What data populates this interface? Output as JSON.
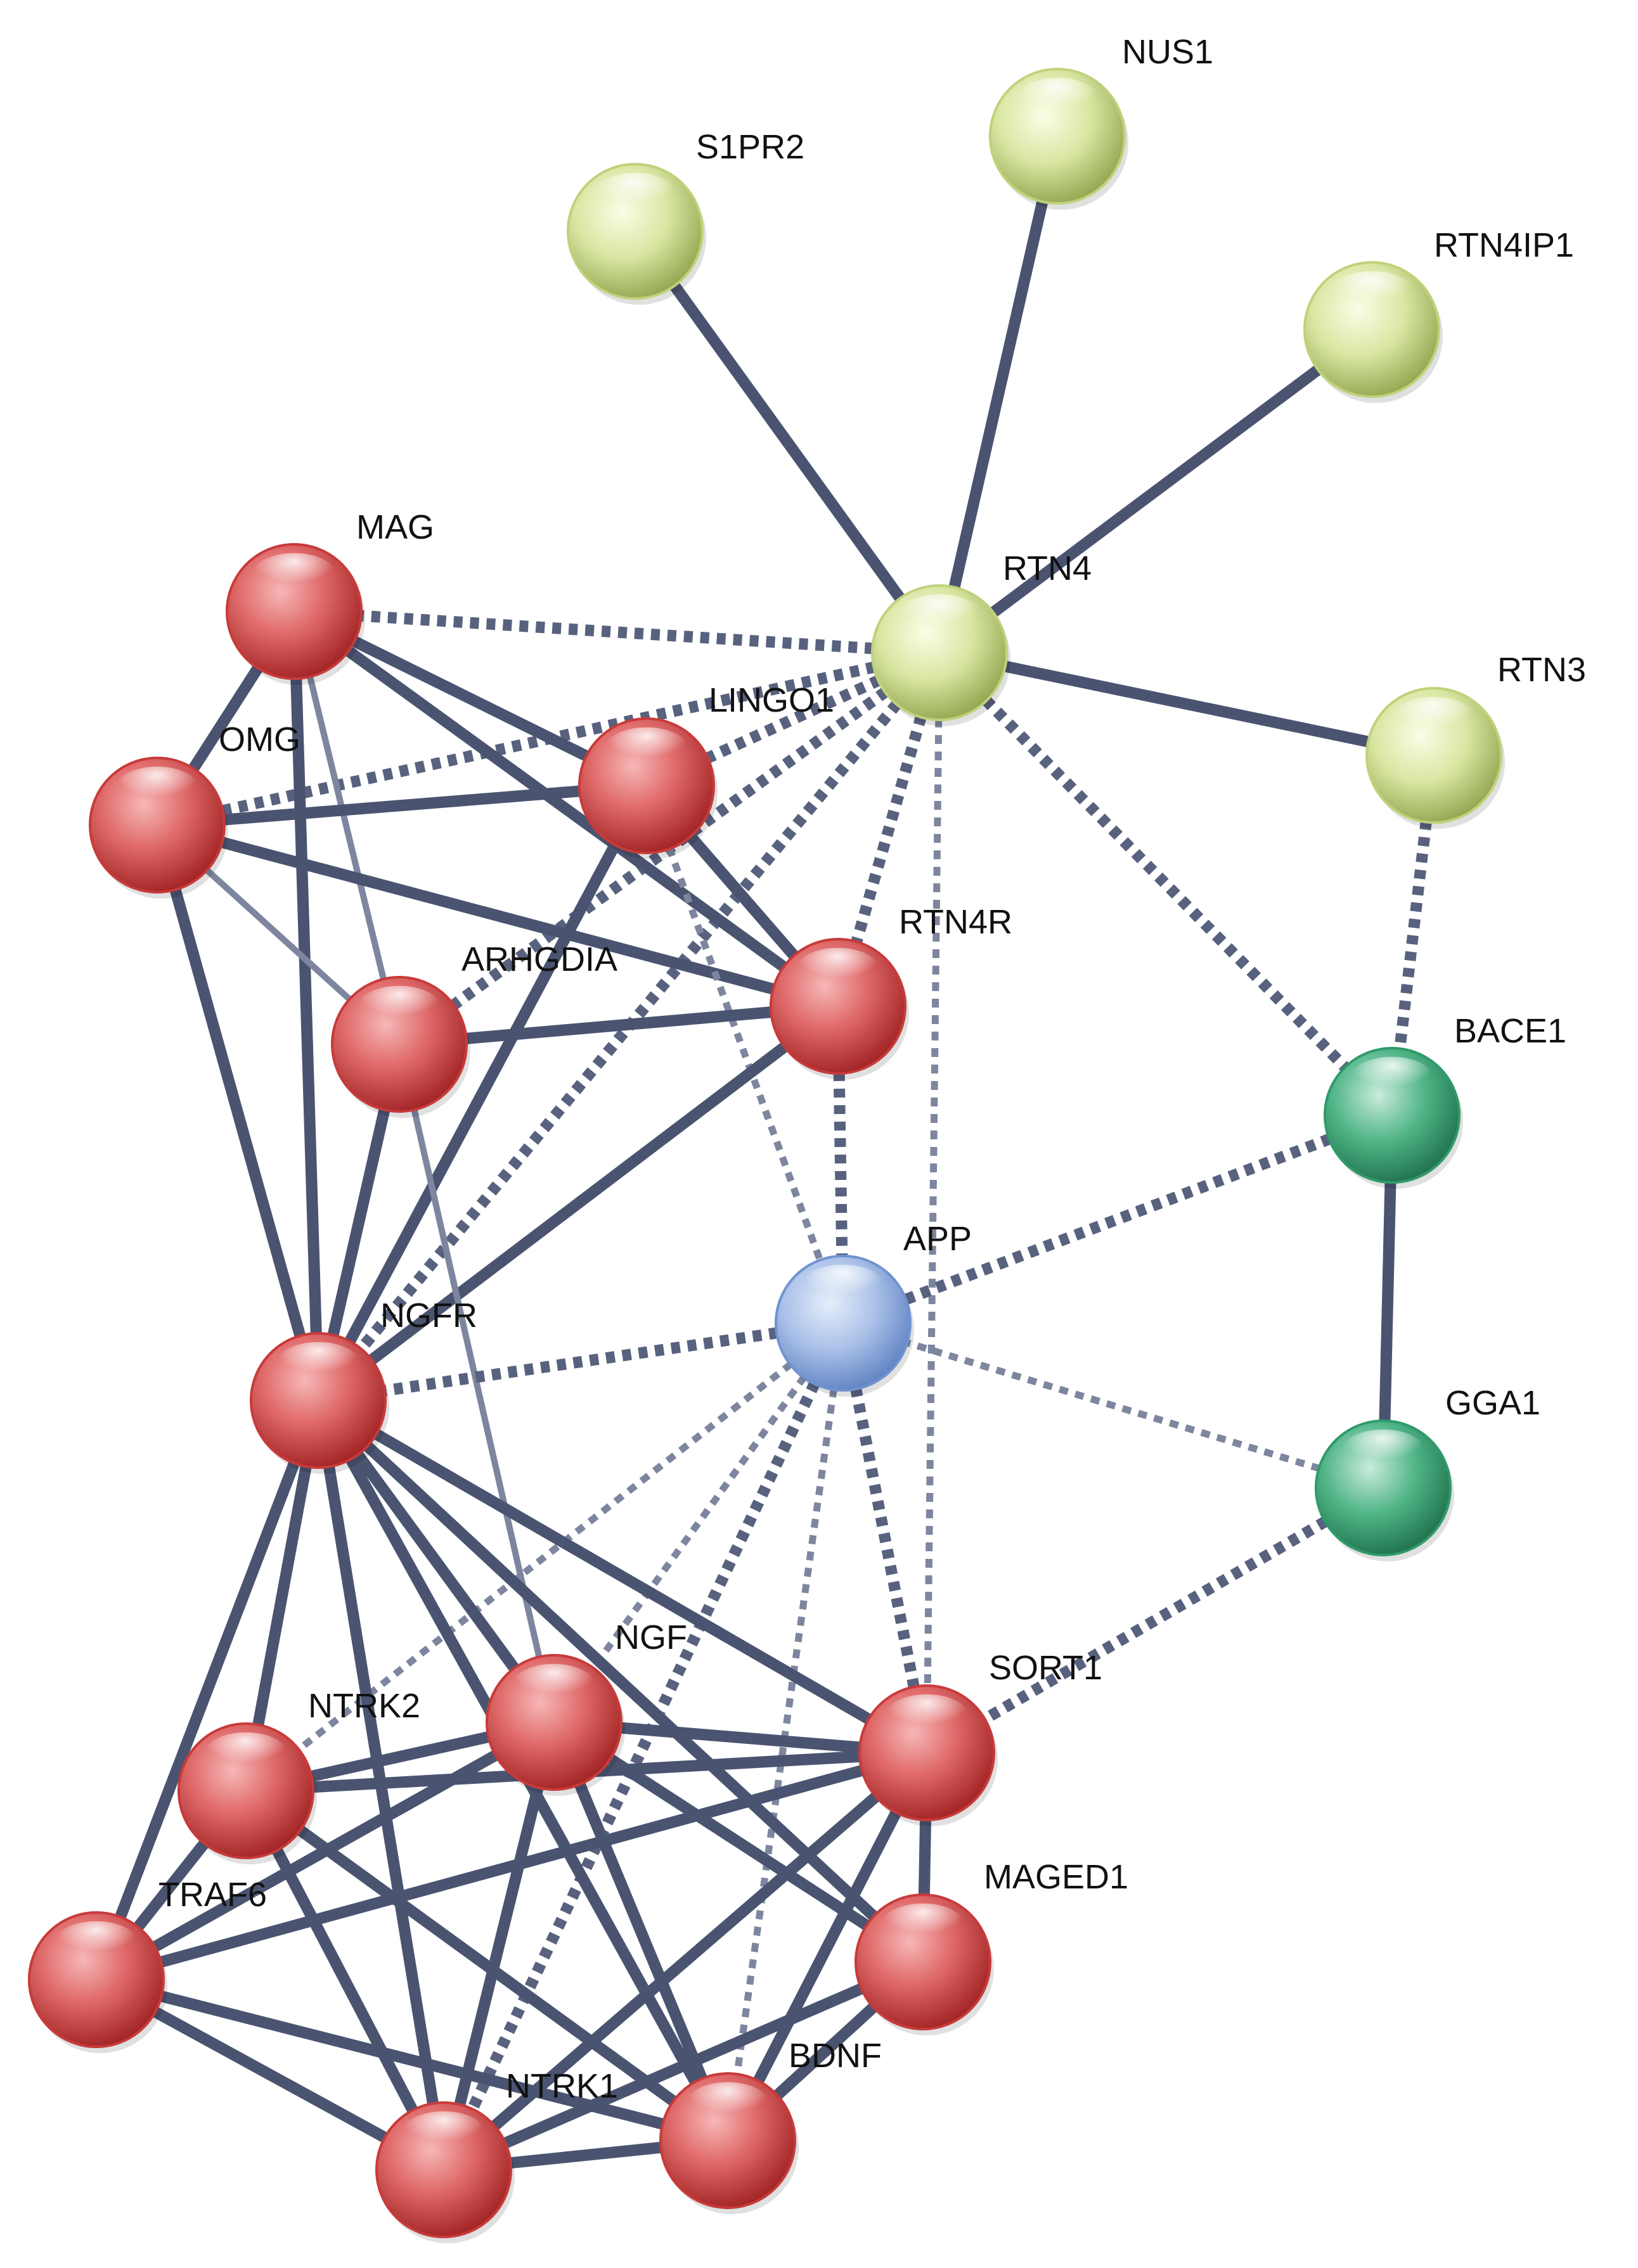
{
  "colors": {
    "cluster_red": "#c83a3a",
    "cluster_yellowgreen": "#bfd27a",
    "cluster_green": "#2f9a6a",
    "cluster_blue": "#6f93cf",
    "edge": "#4a5470"
  },
  "nodes": [
    {
      "id": "NUS1",
      "label": "NUS1",
      "cluster": "yellowgreen"
    },
    {
      "id": "S1PR2",
      "label": "S1PR2",
      "cluster": "yellowgreen"
    },
    {
      "id": "RTN4IP1",
      "label": "RTN4IP1",
      "cluster": "yellowgreen"
    },
    {
      "id": "RTN4",
      "label": "RTN4",
      "cluster": "yellowgreen"
    },
    {
      "id": "RTN3",
      "label": "RTN3",
      "cluster": "yellowgreen"
    },
    {
      "id": "MAG",
      "label": "MAG",
      "cluster": "red"
    },
    {
      "id": "OMG",
      "label": "OMG",
      "cluster": "red"
    },
    {
      "id": "LINGO1",
      "label": "LINGO1",
      "cluster": "red"
    },
    {
      "id": "RTN4R",
      "label": "RTN4R",
      "cluster": "red"
    },
    {
      "id": "ARHGDIA",
      "label": "ARHGDIA",
      "cluster": "red"
    },
    {
      "id": "BACE1",
      "label": "BACE1",
      "cluster": "green"
    },
    {
      "id": "APP",
      "label": "APP",
      "cluster": "blue"
    },
    {
      "id": "NGFR",
      "label": "NGFR",
      "cluster": "red"
    },
    {
      "id": "GGA1",
      "label": "GGA1",
      "cluster": "green"
    },
    {
      "id": "NGF",
      "label": "NGF",
      "cluster": "red"
    },
    {
      "id": "SORT1",
      "label": "SORT1",
      "cluster": "red"
    },
    {
      "id": "NTRK2",
      "label": "NTRK2",
      "cluster": "red"
    },
    {
      "id": "TRAF6",
      "label": "TRAF6",
      "cluster": "red"
    },
    {
      "id": "MAGED1",
      "label": "MAGED1",
      "cluster": "red"
    },
    {
      "id": "BDNF",
      "label": "BDNF",
      "cluster": "red"
    },
    {
      "id": "NTRK1",
      "label": "NTRK1",
      "cluster": "red"
    }
  ],
  "edges": [
    {
      "source": "RTN4",
      "target": "S1PR2",
      "style": "solid"
    },
    {
      "source": "RTN4",
      "target": "NUS1",
      "style": "solid"
    },
    {
      "source": "RTN4",
      "target": "RTN4IP1",
      "style": "solid"
    },
    {
      "source": "RTN4",
      "target": "RTN3",
      "style": "solid"
    },
    {
      "source": "RTN4",
      "target": "MAG",
      "style": "dashed"
    },
    {
      "source": "RTN4",
      "target": "OMG",
      "style": "dashed"
    },
    {
      "source": "RTN4",
      "target": "LINGO1",
      "style": "dashed"
    },
    {
      "source": "RTN4",
      "target": "RTN4R",
      "style": "dashed"
    },
    {
      "source": "RTN4",
      "target": "ARHGDIA",
      "style": "dashed"
    },
    {
      "source": "RTN4",
      "target": "NGFR",
      "style": "dashed"
    },
    {
      "source": "RTN4",
      "target": "BACE1",
      "style": "dashed"
    },
    {
      "source": "RTN4",
      "target": "SORT1",
      "style": "faint-dashed"
    },
    {
      "source": "RTN3",
      "target": "BACE1",
      "style": "dashed"
    },
    {
      "source": "BACE1",
      "target": "GGA1",
      "style": "solid"
    },
    {
      "source": "BACE1",
      "target": "APP",
      "style": "dashed"
    },
    {
      "source": "GGA1",
      "target": "APP",
      "style": "faint-dashed"
    },
    {
      "source": "GGA1",
      "target": "SORT1",
      "style": "dashed"
    },
    {
      "source": "MAG",
      "target": "OMG",
      "style": "solid"
    },
    {
      "source": "MAG",
      "target": "LINGO1",
      "style": "solid"
    },
    {
      "source": "MAG",
      "target": "RTN4R",
      "style": "solid"
    },
    {
      "source": "MAG",
      "target": "NGFR",
      "style": "solid"
    },
    {
      "source": "MAG",
      "target": "ARHGDIA",
      "style": "faint"
    },
    {
      "source": "OMG",
      "target": "LINGO1",
      "style": "solid"
    },
    {
      "source": "OMG",
      "target": "RTN4R",
      "style": "solid"
    },
    {
      "source": "OMG",
      "target": "NGFR",
      "style": "solid"
    },
    {
      "source": "OMG",
      "target": "ARHGDIA",
      "style": "faint"
    },
    {
      "source": "LINGO1",
      "target": "RTN4R",
      "style": "solid"
    },
    {
      "source": "LINGO1",
      "target": "NGFR",
      "style": "solid"
    },
    {
      "source": "LINGO1",
      "target": "APP",
      "style": "faint-dashed"
    },
    {
      "source": "RTN4R",
      "target": "ARHGDIA",
      "style": "solid"
    },
    {
      "source": "RTN4R",
      "target": "NGFR",
      "style": "solid"
    },
    {
      "source": "RTN4R",
      "target": "APP",
      "style": "dashed"
    },
    {
      "source": "ARHGDIA",
      "target": "NGFR",
      "style": "solid"
    },
    {
      "source": "ARHGDIA",
      "target": "NGF",
      "style": "faint"
    },
    {
      "source": "APP",
      "target": "NGFR",
      "style": "dashed"
    },
    {
      "source": "APP",
      "target": "NTRK2",
      "style": "faint-dashed"
    },
    {
      "source": "APP",
      "target": "NGF",
      "style": "faint-dashed"
    },
    {
      "source": "APP",
      "target": "SORT1",
      "style": "dashed"
    },
    {
      "source": "APP",
      "target": "NTRK1",
      "style": "dashed"
    },
    {
      "source": "APP",
      "target": "BDNF",
      "style": "faint-dashed"
    },
    {
      "source": "NGFR",
      "target": "NTRK2",
      "style": "solid"
    },
    {
      "source": "NGFR",
      "target": "TRAF6",
      "style": "solid"
    },
    {
      "source": "NGFR",
      "target": "NGF",
      "style": "solid"
    },
    {
      "source": "NGFR",
      "target": "SORT1",
      "style": "solid"
    },
    {
      "source": "NGFR",
      "target": "MAGED1",
      "style": "solid"
    },
    {
      "source": "NGFR",
      "target": "BDNF",
      "style": "solid"
    },
    {
      "source": "NGFR",
      "target": "NTRK1",
      "style": "solid"
    },
    {
      "source": "NGF",
      "target": "NTRK2",
      "style": "solid"
    },
    {
      "source": "NGF",
      "target": "TRAF6",
      "style": "solid"
    },
    {
      "source": "NGF",
      "target": "SORT1",
      "style": "solid"
    },
    {
      "source": "NGF",
      "target": "MAGED1",
      "style": "solid"
    },
    {
      "source": "NGF",
      "target": "BDNF",
      "style": "solid"
    },
    {
      "source": "NGF",
      "target": "NTRK1",
      "style": "solid"
    },
    {
      "source": "SORT1",
      "target": "NTRK2",
      "style": "solid"
    },
    {
      "source": "SORT1",
      "target": "TRAF6",
      "style": "solid"
    },
    {
      "source": "SORT1",
      "target": "MAGED1",
      "style": "solid"
    },
    {
      "source": "SORT1",
      "target": "BDNF",
      "style": "solid"
    },
    {
      "source": "SORT1",
      "target": "NTRK1",
      "style": "solid"
    },
    {
      "source": "NTRK2",
      "target": "TRAF6",
      "style": "solid"
    },
    {
      "source": "NTRK2",
      "target": "BDNF",
      "style": "solid"
    },
    {
      "source": "NTRK2",
      "target": "NTRK1",
      "style": "solid"
    },
    {
      "source": "TRAF6",
      "target": "NTRK1",
      "style": "solid"
    },
    {
      "source": "TRAF6",
      "target": "BDNF",
      "style": "solid"
    },
    {
      "source": "MAGED1",
      "target": "BDNF",
      "style": "solid"
    },
    {
      "source": "MAGED1",
      "target": "NTRK1",
      "style": "solid"
    },
    {
      "source": "BDNF",
      "target": "NTRK1",
      "style": "solid"
    }
  ]
}
